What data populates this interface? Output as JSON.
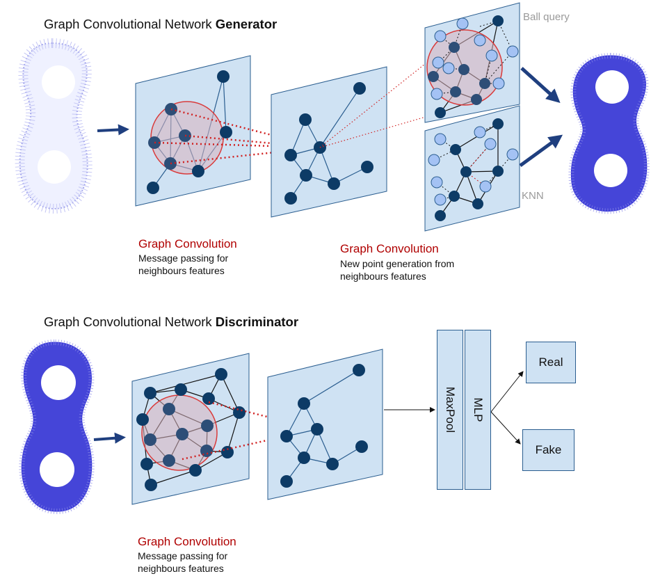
{
  "generator": {
    "title_prefix": "Graph Convolutional Network ",
    "title_bold": "Generator",
    "conv1": {
      "title": "Graph Convolution",
      "desc": "Message passing for neighbours features"
    },
    "conv2": {
      "title": "Graph Convolution",
      "desc": "New point generation from neighbours features"
    },
    "ball_query_label": "Ball query",
    "knn_label": "KNN"
  },
  "discriminator": {
    "title_prefix": "Graph Convolutional Network ",
    "title_bold": "Discriminator",
    "conv1": {
      "title": "Graph Convolution",
      "desc": "Message passing for neighbours features"
    },
    "maxpool_label": "MaxPool",
    "mlp_label": "MLP",
    "real_label": "Real",
    "fake_label": "Fake"
  },
  "colors": {
    "panel_fill": "#cfe2f3",
    "panel_stroke": "#2a5d8f",
    "node_dark": "#0d3b66",
    "node_light": "#a4c2f4",
    "arrow": "#1f3f7f",
    "highlight_circle": "#d93a3a",
    "conv_title": "#b00000",
    "point_cloud": "#2b2bd6"
  }
}
